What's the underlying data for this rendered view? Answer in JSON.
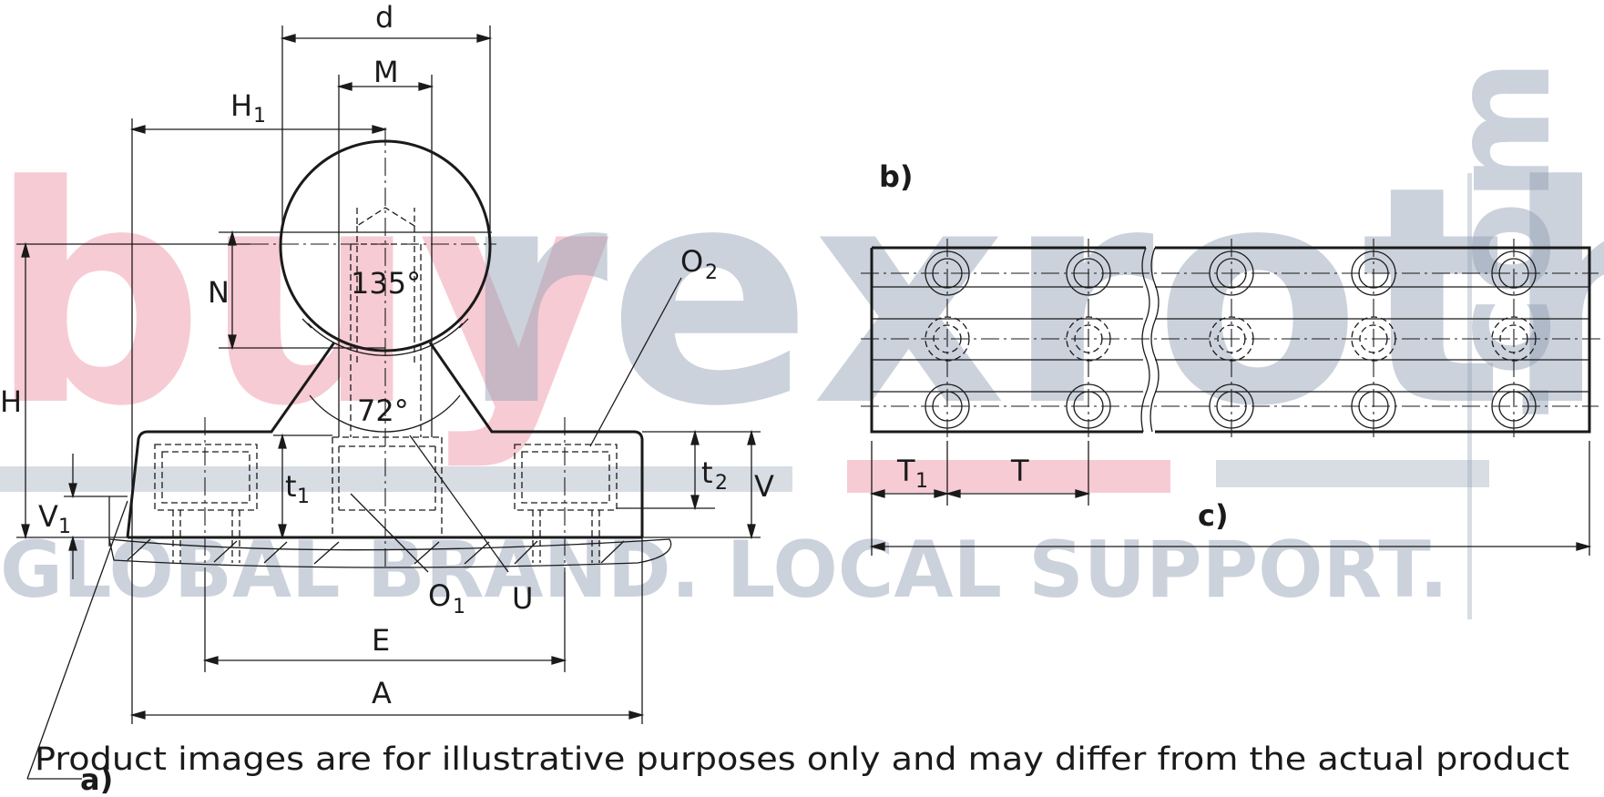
{
  "labels": {
    "d": "d",
    "M": "M",
    "H1": "H",
    "H1_sub": "1",
    "N": "N",
    "H": "H",
    "V1": "V",
    "V1_sub": "1",
    "t1": "t",
    "t1_sub": "1",
    "t2": "t",
    "t2_sub": "2",
    "V": "V",
    "O1": "O",
    "O1_sub": "1",
    "O2": "O",
    "O2_sub": "2",
    "U": "U",
    "E": "E",
    "A": "A",
    "angle_top": "135°",
    "angle_bottom": "72°",
    "T1": "T",
    "T1_sub": "1",
    "T": "T",
    "view_a": "a)",
    "view_b": "b)",
    "view_c": "c)"
  },
  "disclaimer": "Product images are for illustrative purposes only and may differ from the actual product",
  "watermark": {
    "brand_part1": "buy",
    "brand_part2": "rexroth",
    "tagline": "GLOBAL BRAND. LOCAL SUPPORT.",
    "domain": ".com",
    "colors": {
      "pink": "#f2a9b8",
      "grey": "#8e9db2"
    }
  }
}
